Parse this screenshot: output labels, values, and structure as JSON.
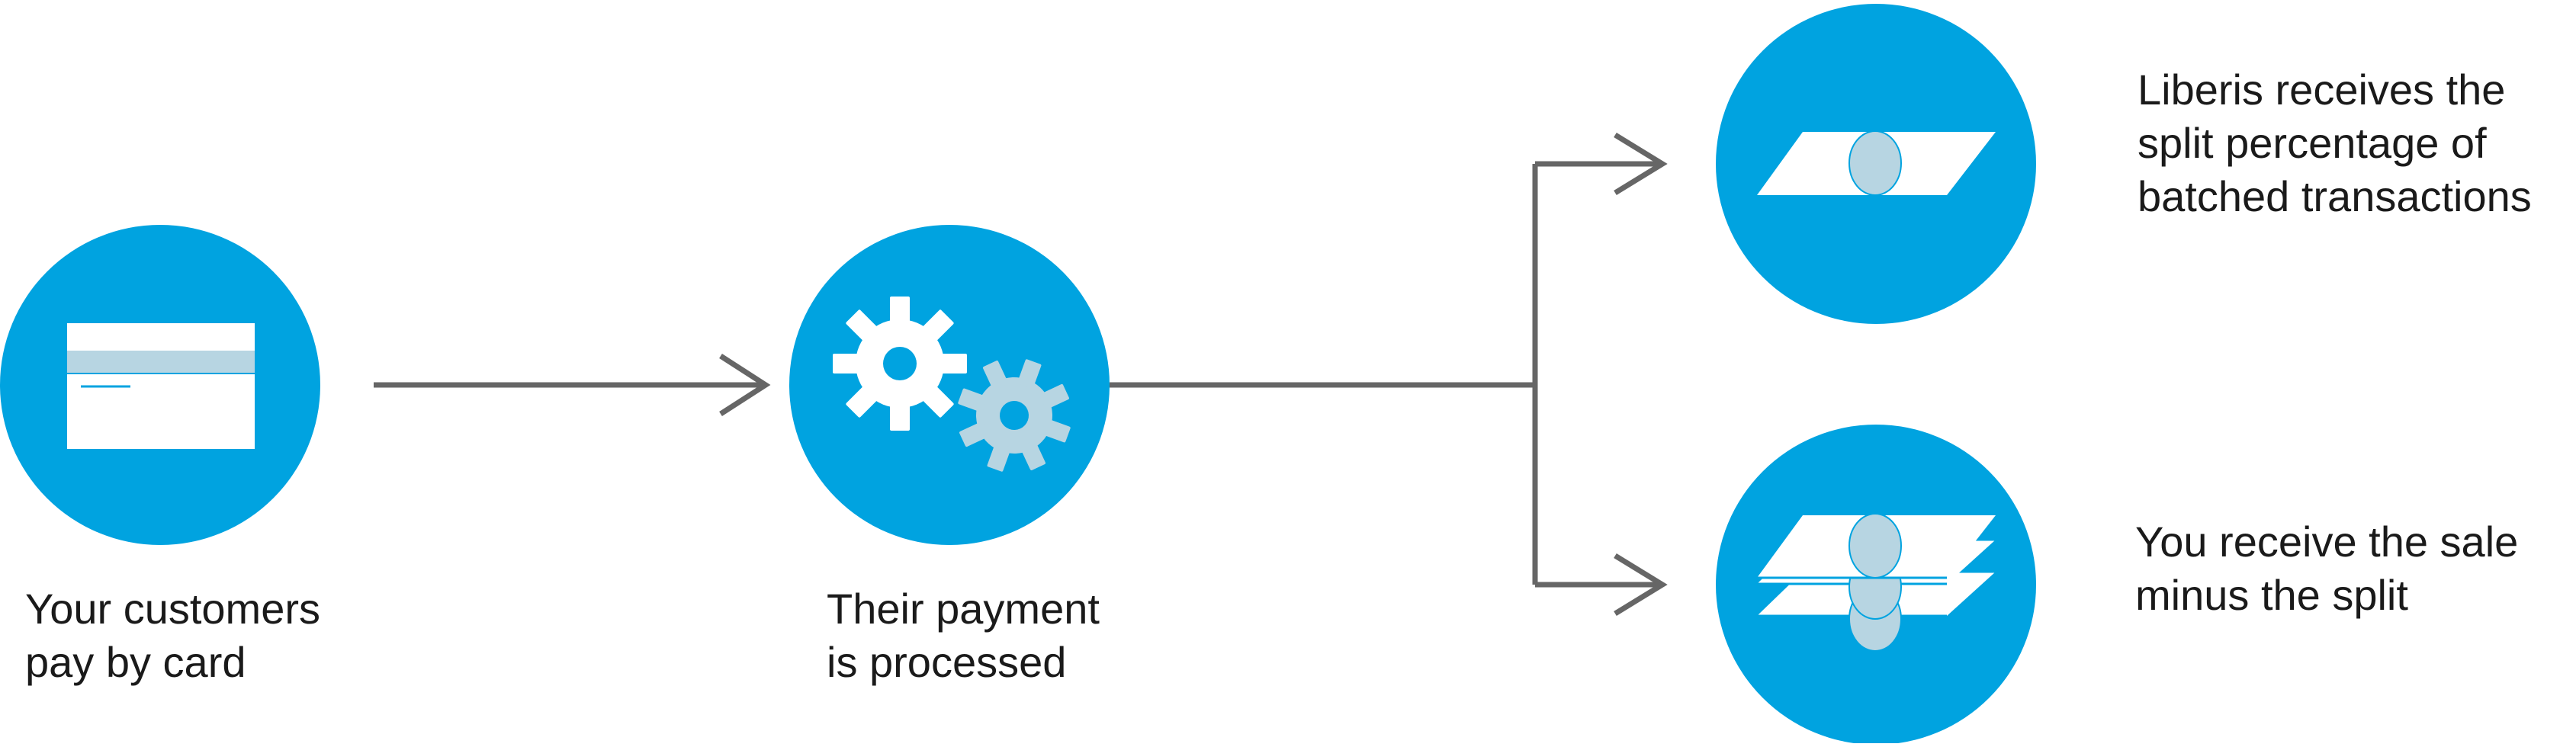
{
  "colors": {
    "circle": "#00a3e0",
    "arrow": "#666666",
    "icon_white": "#ffffff",
    "icon_light": "#b7d5e2"
  },
  "icons": [
    "credit-card-icon",
    "gears-icon",
    "single-note-icon",
    "stacked-notes-icon"
  ],
  "steps": {
    "card": {
      "line1": "Your customers",
      "line2": "pay by card"
    },
    "processed": {
      "line1": "Their payment",
      "line2": "is processed"
    },
    "liberis": {
      "line1": "Liberis receives the",
      "line2": "split percentage of",
      "line3": "batched transactions"
    },
    "you": {
      "line1": "You receive the sale",
      "line2": "minus the split"
    }
  }
}
